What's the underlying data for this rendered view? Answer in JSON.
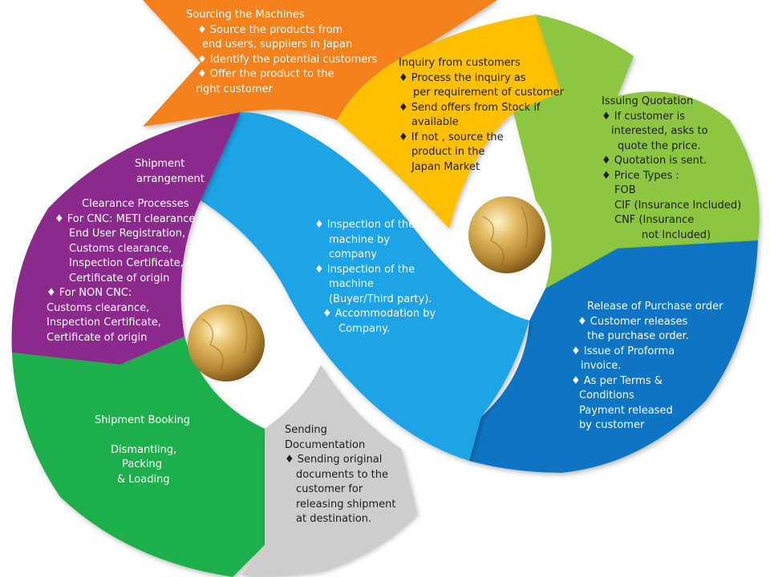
{
  "colors": {
    "orange": "#F4811F",
    "yellow": "#FFC000",
    "lime": "#8DC63F",
    "blue": "#0A74C4",
    "cyan": "#1AA4E6",
    "purple": "#8B2A8C",
    "green": "#1FAF4B",
    "grey": "#CDCDCD",
    "gold": "#C9A24A"
  },
  "orange": {
    "lines": [
      "Sourcing the Machines",
      "♦  Source the products from",
      "end users, suppliers in Japan",
      "♦  Identify the potential customers",
      "♦  Offer the product to the",
      "right customer"
    ]
  },
  "yellow": {
    "lines": [
      "Inquiry from customers",
      "♦  Process the inquiry as",
      "per requirement of customer",
      "♦  Send offers from Stock if",
      "available",
      "♦  If not , source the",
      "product in the",
      "Japan Market"
    ]
  },
  "lime": {
    "lines": [
      "Issuing Quotation",
      "♦  If customer is",
      "interested, asks to",
      "quote the price.",
      "♦  Quotation is sent.",
      "♦  Price Types :",
      "FOB",
      "CIF (Insurance Included)",
      "CNF (Insurance",
      "not Included)"
    ]
  },
  "blue": {
    "lines": [
      "Release of Purchase order",
      "♦  Customer releases",
      "the purchase order.",
      "♦  Issue of Proforma",
      "invoice.",
      "♦  As per Terms &",
      "Conditions",
      "Payment released",
      "by customer"
    ]
  },
  "cyan": {
    "lines": [
      "♦  Inspection of the",
      "machine by",
      "company",
      "♦  Inspection of the",
      "machine",
      "(Buyer/Third party).",
      "♦  Accommodation by",
      "Company."
    ]
  },
  "purple": {
    "title1": "Shipment",
    "title2": "arrangement",
    "lines": [
      "Clearance Processes",
      "♦  For CNC: METI clearance,",
      "End User Registration,",
      "Customs clearance,",
      "Inspection Certificate,",
      "Certificate of origin",
      "♦  For NON CNC:",
      "Customs clearance,",
      "Inspection Certificate,",
      "Certificate of origin"
    ]
  },
  "green": {
    "title": "Shipment Booking",
    "lines": [
      "Dismantling,",
      "Packing",
      "& Loading"
    ]
  },
  "grey": {
    "lines": [
      "Sending",
      "Documentation",
      "♦  Sending original",
      "documents to the",
      "customer for",
      "releasing shipment",
      "at destination."
    ]
  }
}
